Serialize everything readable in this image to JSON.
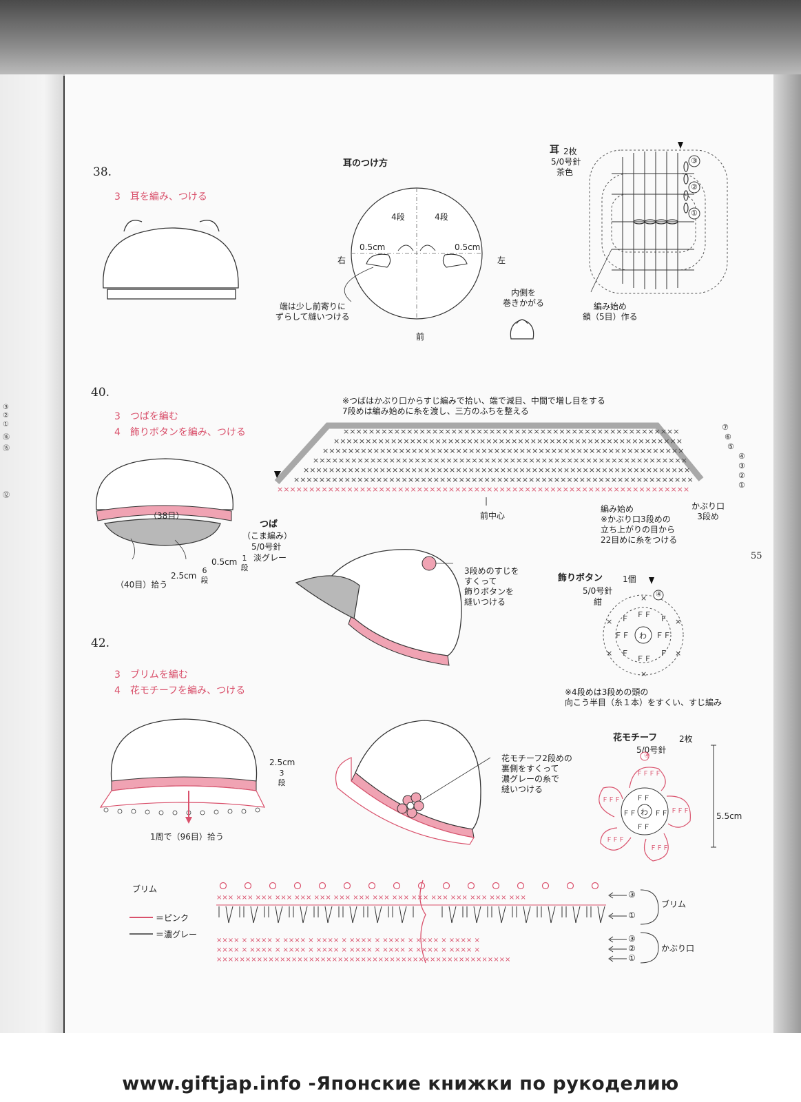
{
  "page_number": "55",
  "watermark": "www.giftjap.info -Японские книжки по рукоделию",
  "left_page_marks": [
    "③",
    "②",
    "①",
    "⑯",
    "⑮",
    "⑫"
  ],
  "section_38": {
    "number": "38.",
    "step": "3　耳を編み、つける",
    "attach_title": "耳のつけ方",
    "rows_label_left": "4段",
    "rows_label_right": "4段",
    "dist_left": "0.5cm",
    "dist_right": "0.5cm",
    "right_side": "右",
    "left_side": "左",
    "front": "前",
    "note_offset": "端は少し前寄りに\nずらして縫いつける",
    "note_inside": "内側を\n巻きかがる",
    "ear_title": "耳",
    "ear_count": "2枚",
    "ear_needle": "5/0号針",
    "ear_color": "茶色",
    "ear_start": "編み始め\n鎖（5目）作る",
    "ear_rows": [
      "③",
      "②",
      "①"
    ]
  },
  "section_40": {
    "number": "40.",
    "step3": "3　つばを編む",
    "step4": "4　飾りボタンを編み、つける",
    "count_38": "（38目）",
    "count_40": "（40目）拾う",
    "brim_title": "つば",
    "brim_stitch": "（こま編み）",
    "brim_needle": "5/0号針",
    "brim_color": "淡グレー",
    "dim_05": "0.5cm",
    "dim_05_rows": "1段",
    "dim_25": "2.5cm",
    "dim_25_rows": "6段",
    "note_top": "※つばはかぶり口からすじ編みで拾い、端で減目、中間で増し目をする\n7段めは編み始めに糸を渡し、三方のふちを整える",
    "front_center": "前中心",
    "start_note": "編み始め\n※かぶり口3段めの\n立ち上がりの目から\n22目めに糸をつける",
    "cap_rim": "かぶり口\n3段め",
    "rows": [
      "⑦",
      "⑥",
      "⑤",
      "④",
      "③",
      "②",
      "①"
    ],
    "button_note": "3段めのすじを\nすくって\n飾りボタンを\n縫いつける",
    "button_title": "飾りボタン",
    "button_count": "1個",
    "button_needle": "5/0号針",
    "button_color": "紺",
    "button_note2": "※4段めは3段めの頭の\n向こう半目（糸１本）をすくい、すじ編み"
  },
  "section_42": {
    "number": "42.",
    "step3": "3　ブリムを編む",
    "step4": "4　花モチーフを編み、つける",
    "dim_25": "2.5cm",
    "dim_rows": "3段",
    "pickup": "1周で（96目）拾う",
    "flower_note": "花モチーフ2段めの\n裏側をすくって\n濃グレーの糸で\n縫いつける",
    "flower_title": "花モチーフ",
    "flower_count": "2枚",
    "flower_needle": "5/0号針",
    "flower_size": "5.5cm",
    "brim_label": "ブリム",
    "legend_pink": "＝ピンク",
    "legend_gray": "＝濃グレー",
    "brim_rows_label": "ブリム",
    "cap_rows_label": "かぶり口",
    "brim_rows": [
      "③",
      "①"
    ],
    "cap_rows": [
      "③",
      "②",
      "①"
    ]
  },
  "colors": {
    "pink": "#d9506b",
    "gray": "#8a8a8a",
    "light_pink": "#f0a3b3",
    "line": "#333333"
  }
}
